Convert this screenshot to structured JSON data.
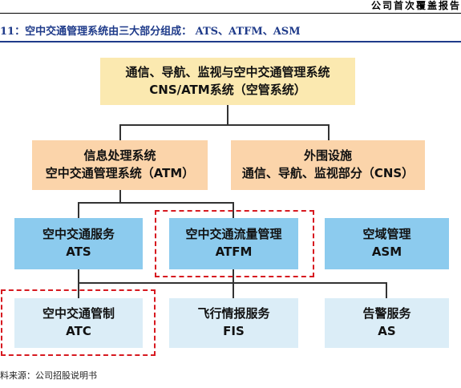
{
  "header": {
    "report_name": "公司首次覆盖报告"
  },
  "figure": {
    "caption": "11：空中交通管理系统由三大部分组成： ATS、ATFM、ASM",
    "source": "料来源：公司招股说明书"
  },
  "diagram": {
    "root": {
      "line1": "通信、导航、监视与空中交通管理系统",
      "line2": "CNS/ATM系统（空管系统）"
    },
    "level2": [
      {
        "line1": "信息处理系统",
        "line2": "空中交通管理系统（ATM）"
      },
      {
        "line1": "外围设施",
        "line2": "通信、导航、监视部分（CNS）"
      }
    ],
    "level3": [
      {
        "line1": "空中交通服务",
        "line2": "ATS",
        "highlighted": false
      },
      {
        "line1": "空中交通流量管理",
        "line2": "ATFM",
        "highlighted": true
      },
      {
        "line1": "空域管理",
        "line2": "ASM",
        "highlighted": false
      }
    ],
    "level4": [
      {
        "line1": "空中交通管制",
        "line2": "ATC",
        "highlighted": true
      },
      {
        "line1": "飞行情报服务",
        "line2": "FIS",
        "highlighted": false
      },
      {
        "line1": "告警服务",
        "line2": "AS",
        "highlighted": false
      }
    ],
    "colors": {
      "root": "#fbe9b0",
      "level2": "#fbd4aa",
      "level3": "#8ccbee",
      "level4": "#dbedf7",
      "highlight_border": "#d71920",
      "caption": "#1f3b8a"
    }
  }
}
